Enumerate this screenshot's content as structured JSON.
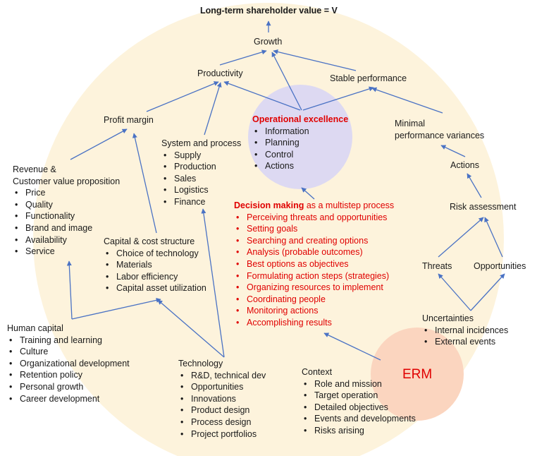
{
  "title": "Long-term shareholder value = V",
  "growth": "Growth",
  "productivity": "Productivity",
  "stable_performance": "Stable performance",
  "profit_margin": "Profit margin",
  "operational_excellence": {
    "title": "Operational excellence",
    "items": [
      "Information",
      "Planning",
      "Control",
      "Actions"
    ]
  },
  "system_process": {
    "title": "System and process",
    "items": [
      "Supply",
      "Production",
      "Sales",
      "Logistics",
      "Finance"
    ]
  },
  "revenue": {
    "title_line1": "Revenue &",
    "title_line2": "Customer value proposition",
    "items": [
      "Price",
      "Quality",
      "Functionality",
      "Brand and image",
      "Availability",
      "Service"
    ]
  },
  "capital_cost": {
    "title": "Capital & cost structure",
    "items": [
      "Choice of technology",
      "Materials",
      "Labor efficiency",
      "Capital asset utilization"
    ]
  },
  "minimal_variances": {
    "line1": "Minimal",
    "line2": "performance variances"
  },
  "actions": "Actions",
  "risk_assessment": "Risk assessment",
  "threats": "Threats",
  "opportunities": "Opportunities",
  "decision_making": {
    "title_bold": "Decision making",
    "title_rest": " as a multistep process",
    "items": [
      "Perceiving threats and opportunities",
      "Setting goals",
      "Searching and creating options",
      "Analysis (probable outcomes)",
      "Best options as objectives",
      "Formulating action steps (strategies)",
      "Organizing resources to implement",
      "Coordinating people",
      "Monitoring actions",
      "Accomplishing results"
    ]
  },
  "uncertainties": {
    "title": "Uncertainties",
    "items": [
      "Internal incidences",
      "External events"
    ]
  },
  "human_capital": {
    "title": "Human capital",
    "items": [
      "Training and learning",
      "Culture",
      "Organizational development",
      "Retention policy",
      "Personal growth",
      "Career development"
    ]
  },
  "technology": {
    "title": "Technology",
    "items": [
      "R&D, technical dev",
      "Opportunities",
      "Innovations",
      "Product design",
      "Process design",
      "Project portfolios"
    ]
  },
  "context": {
    "title": "Context",
    "items": [
      "Role and mission",
      "Target operation",
      "Detailed objectives",
      "Events and developments",
      "Risks arising"
    ]
  },
  "erm": "ERM",
  "colors": {
    "big_circle": "#fdf3dc",
    "opex_circle": "#ddd9f2",
    "erm_circle": "#fbd5bf",
    "arrow": "#4a72c4",
    "accent_red": "#e00000"
  }
}
